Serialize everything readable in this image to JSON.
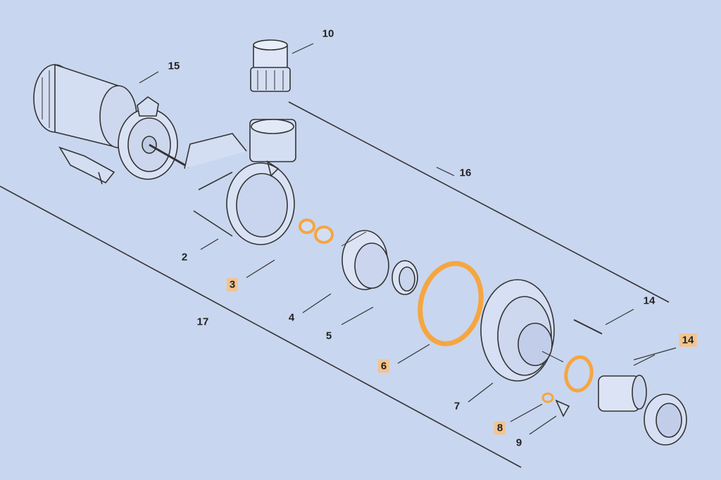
{
  "colors": {
    "background": "#c9d6ef",
    "line": "#333333",
    "highlight": "#f5a640",
    "label_highlight": "#ffbe6e"
  },
  "parts": [
    {
      "id": "2",
      "label": "2",
      "highlighted": false
    },
    {
      "id": "3",
      "label": "3",
      "highlighted": true
    },
    {
      "id": "4",
      "label": "4",
      "highlighted": false
    },
    {
      "id": "5",
      "label": "5",
      "highlighted": false
    },
    {
      "id": "6",
      "label": "6",
      "highlighted": true
    },
    {
      "id": "7",
      "label": "7",
      "highlighted": false
    },
    {
      "id": "8",
      "label": "8",
      "highlighted": true
    },
    {
      "id": "9",
      "label": "9",
      "highlighted": false
    },
    {
      "id": "10",
      "label": "10",
      "highlighted": false
    },
    {
      "id": "14",
      "label": "14",
      "highlighted": false
    },
    {
      "id": "14b",
      "label": "14",
      "highlighted": true
    },
    {
      "id": "15",
      "label": "15",
      "highlighted": false
    },
    {
      "id": "16",
      "label": "16",
      "highlighted": false
    },
    {
      "id": "17",
      "label": "17",
      "highlighted": false
    }
  ]
}
